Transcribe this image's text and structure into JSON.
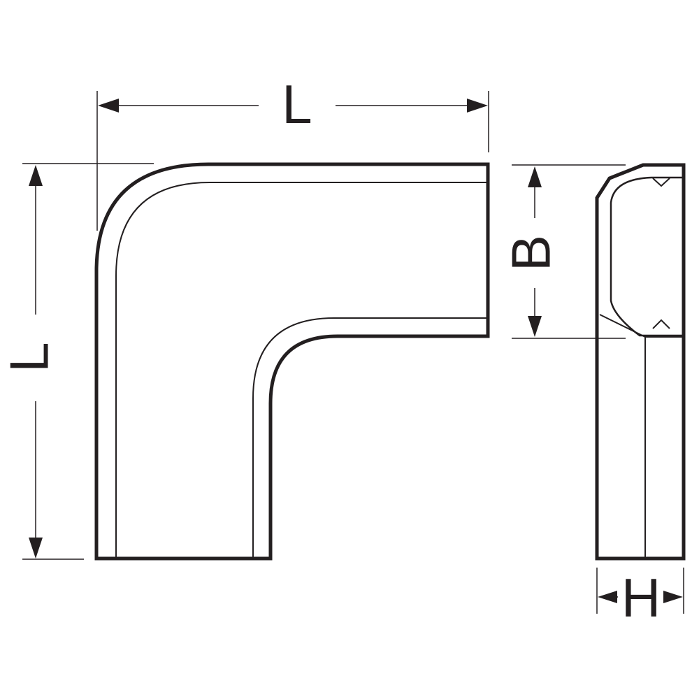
{
  "labels": {
    "top_length": "L",
    "left_length": "L",
    "height_b": "B",
    "width_h": "H"
  },
  "colors": {
    "line": "#231f20",
    "background": "#ffffff"
  }
}
